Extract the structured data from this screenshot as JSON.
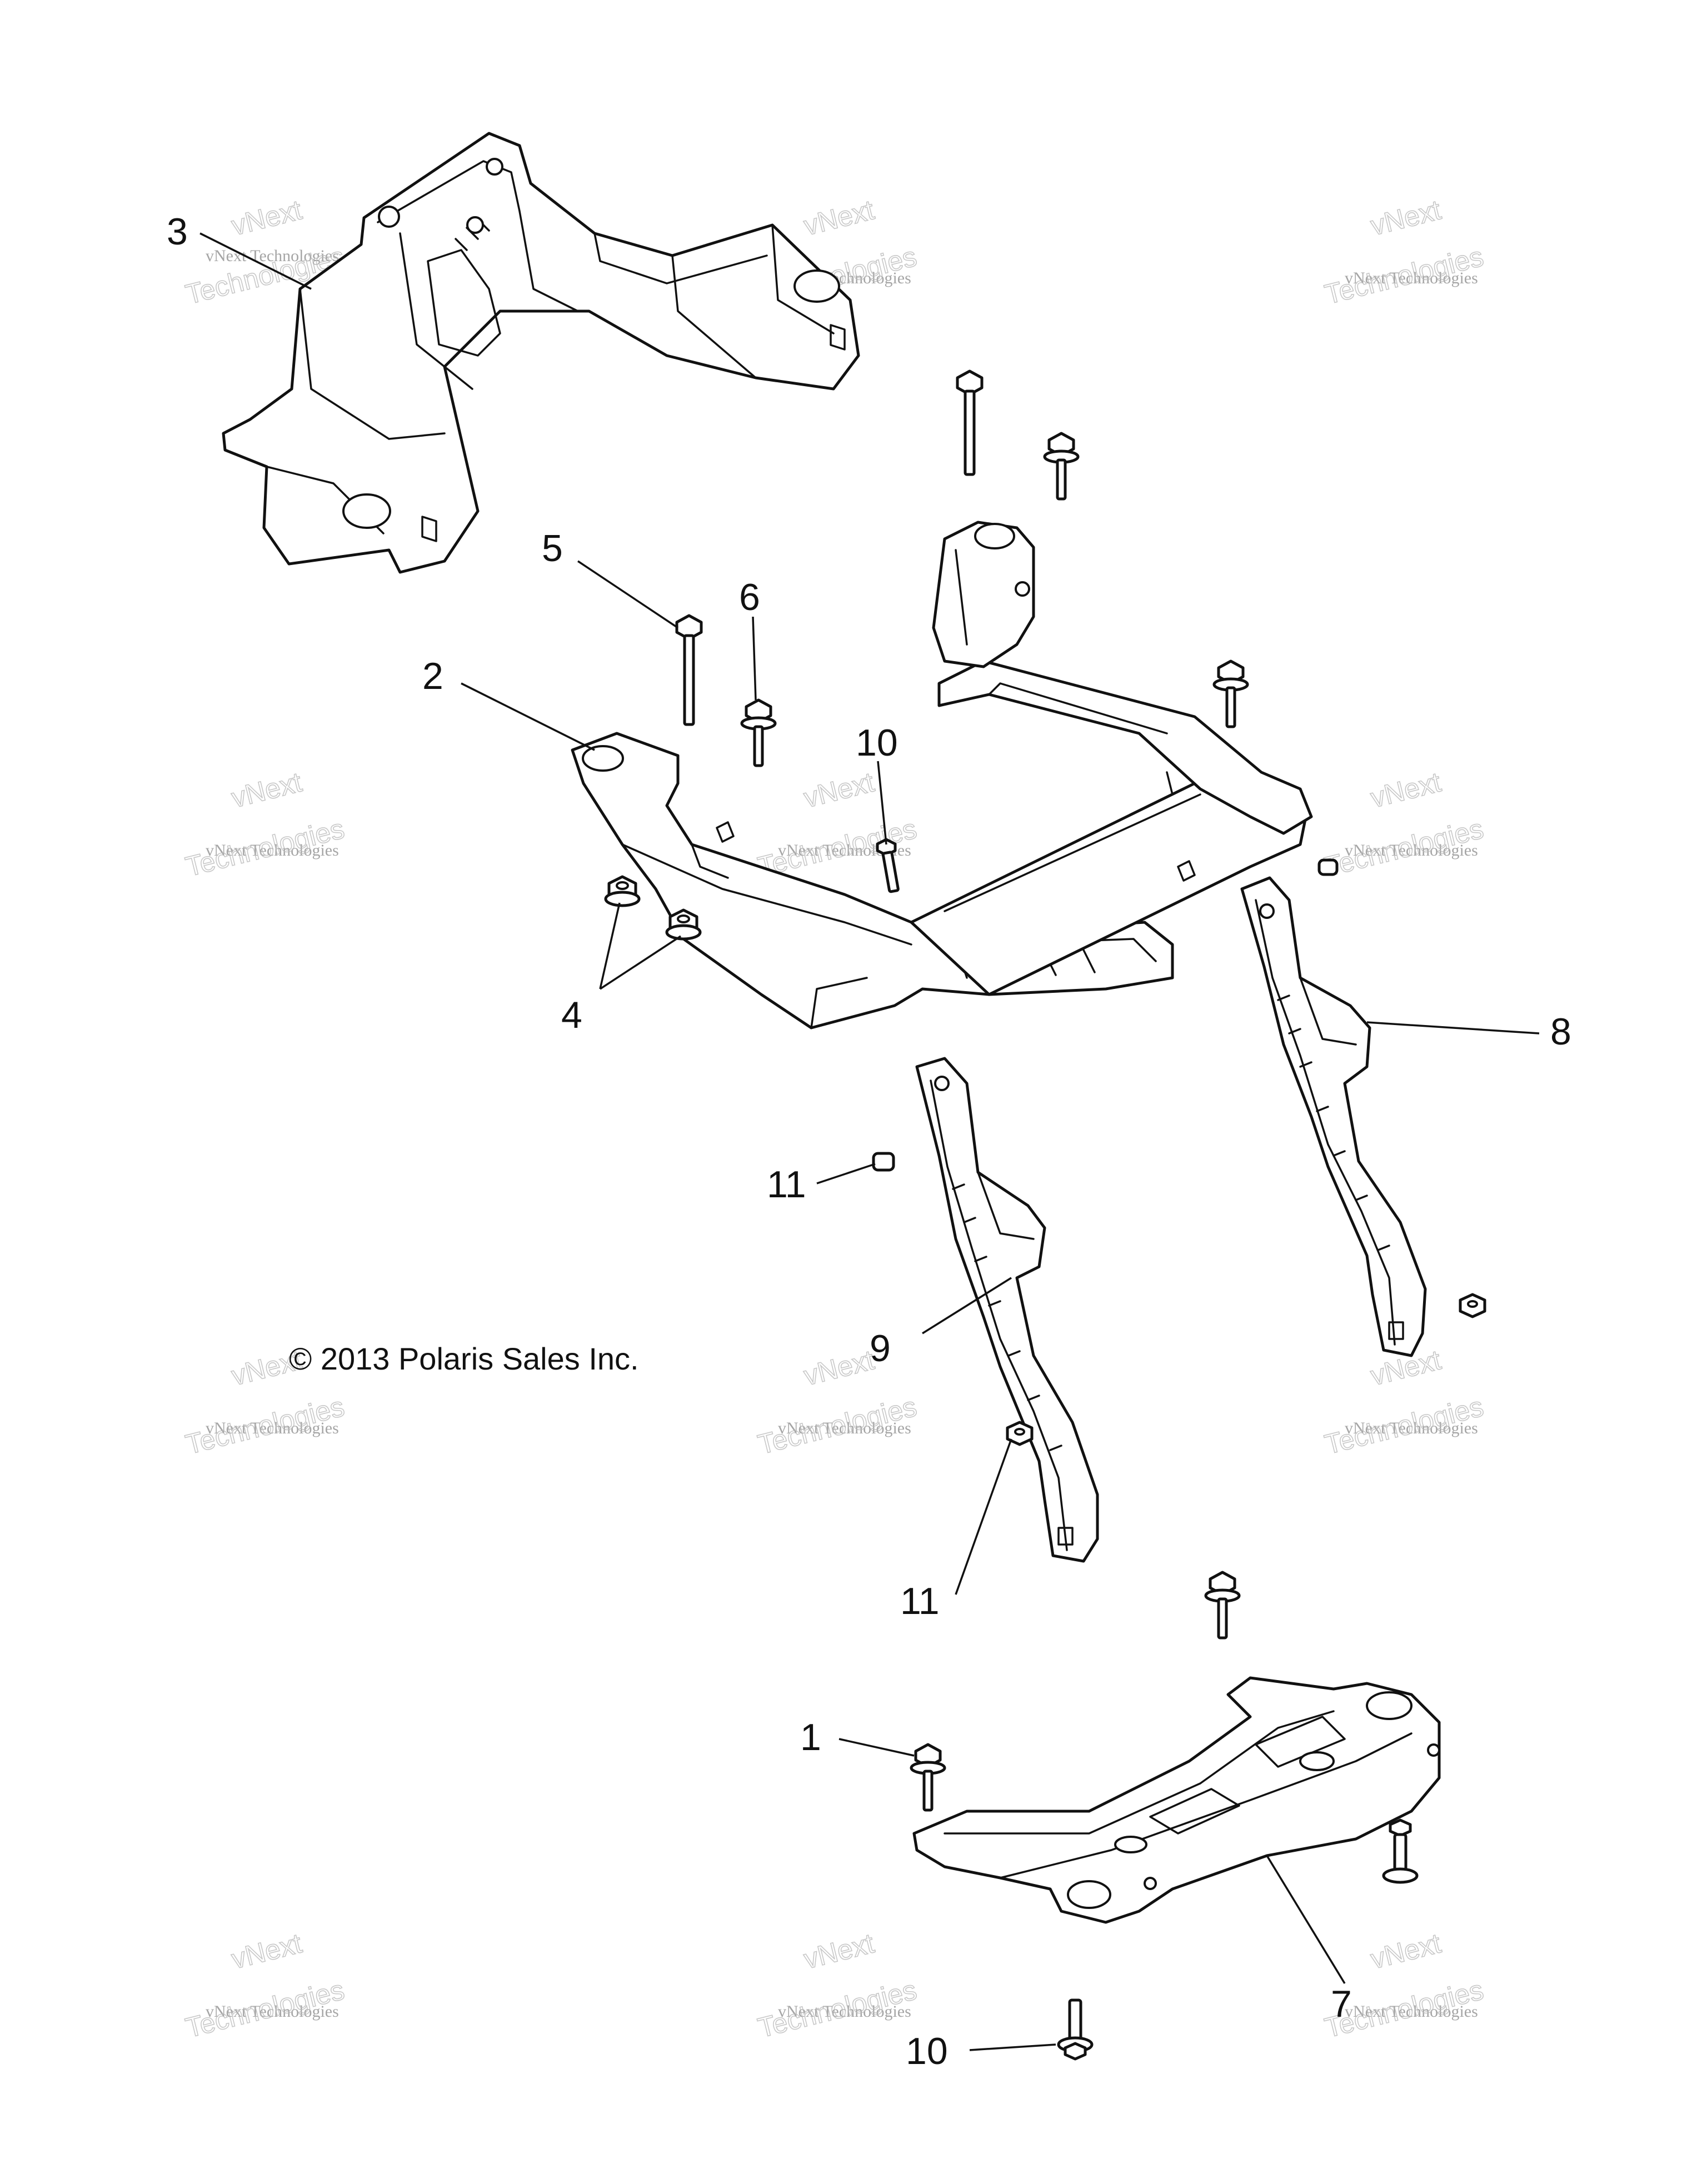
{
  "callouts": {
    "c1": "1",
    "c2": "2",
    "c3": "3",
    "c4": "4",
    "c5": "5",
    "c6": "6",
    "c7": "7",
    "c8": "8",
    "c9": "9",
    "c10a": "10",
    "c10b": "10",
    "c11a": "11",
    "c11b": "11"
  },
  "copyright": "© 2013 Polaris Sales Inc.",
  "watermark": {
    "small": "vNext Technologies",
    "big": "Technologies",
    "top": "vNext"
  }
}
